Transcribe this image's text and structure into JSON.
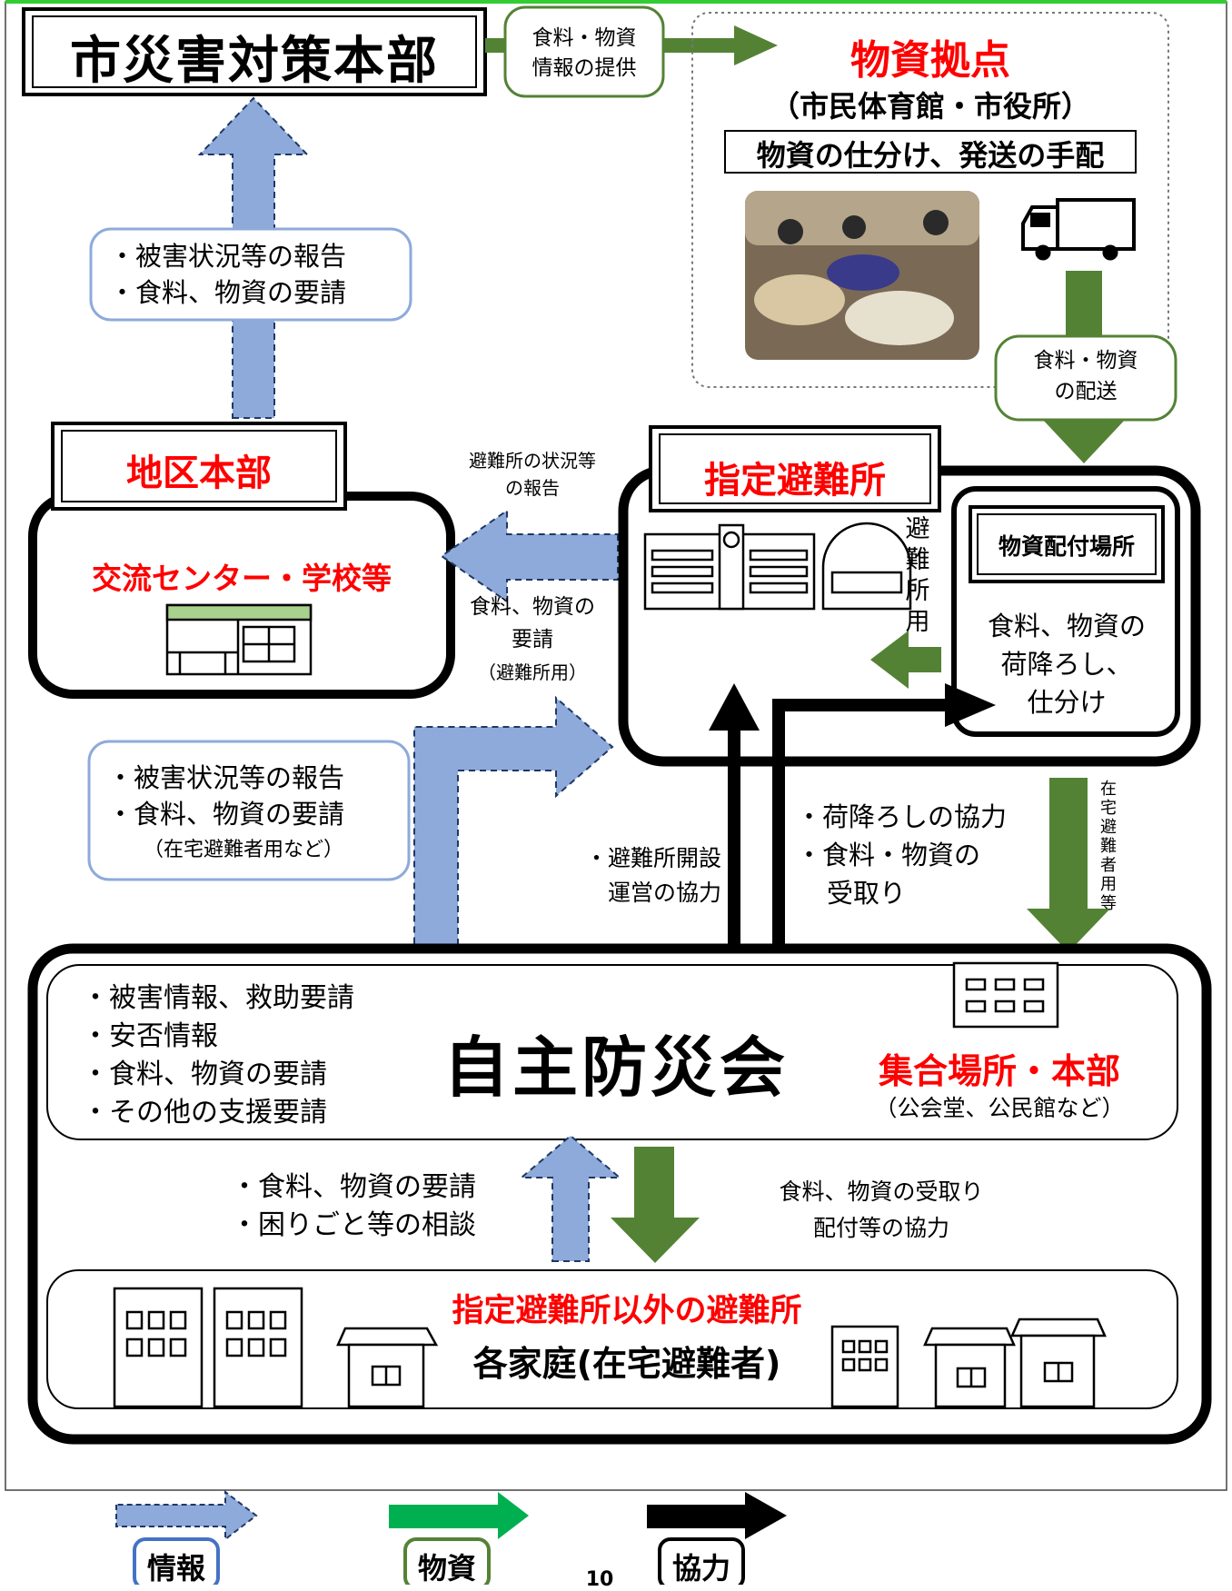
{
  "hq": {
    "title": "市災害対策本部"
  },
  "supply_info": {
    "line1": "食料・物資",
    "line2": "情報の提供"
  },
  "depot": {
    "title": "物資拠点",
    "subtitle": "（市民体育館・市役所）",
    "task": "物資の仕分け、発送の手配"
  },
  "delivery": {
    "line1": "食料・物資",
    "line2": "の配送"
  },
  "report_up": {
    "line1": "・被害状況等の報告",
    "line2": "・食料、物資の要請"
  },
  "district": {
    "title": "地区本部",
    "location": "交流センター・学校等"
  },
  "shelter_report": {
    "line1": "避難所の状況等",
    "line2": "の報告"
  },
  "shelter_request": {
    "line1": "食料、物資の",
    "line2": "要請",
    "line3": "（避難所用）"
  },
  "shelter": {
    "title": "指定避難所",
    "use_label": [
      "避",
      "難",
      "所",
      "用"
    ],
    "distribution_title": "物資配付場所",
    "distribution_text": [
      "食料、物資の",
      "荷降ろし、",
      "仕分け"
    ]
  },
  "report_mid": {
    "line1": "・被害状況等の報告",
    "line2": "・食料、物資の要請",
    "line3": "（在宅避難者用など）"
  },
  "open_coop": {
    "line1": "・避難所開設",
    "line2": "運営の協力"
  },
  "unload_coop": {
    "line1": "・荷降ろしの協力",
    "line2": "・食料・物資の",
    "line3": "受取り"
  },
  "home_use": [
    "在",
    "宅",
    "避",
    "難",
    "者",
    "用",
    "等"
  ],
  "org": {
    "title": "自主防災会",
    "items": [
      "・被害情報、救助要請",
      "・安否情報",
      "・食料、物資の要請",
      "・その他の支援要請"
    ],
    "place": "集合場所・本部",
    "place_note": "（公会堂、公民館など）"
  },
  "req_bottom": {
    "line1": "・食料、物資の要請",
    "line2": "・困りごと等の相談"
  },
  "recv_bottom": {
    "line1": "食料、物資の受取り",
    "line2": "配付等の協力"
  },
  "households": {
    "line1": "指定避難所以外の避難所",
    "line2": "各家庭(在宅避難者)"
  },
  "legend": {
    "info": "情報",
    "goods": "物資",
    "coop": "協力"
  },
  "page_number": "10",
  "colors": {
    "info": "#8eaadb",
    "goods": "#548235",
    "coop": "#000000",
    "accent": "#ff0000",
    "frame_green": "#33cc33"
  }
}
